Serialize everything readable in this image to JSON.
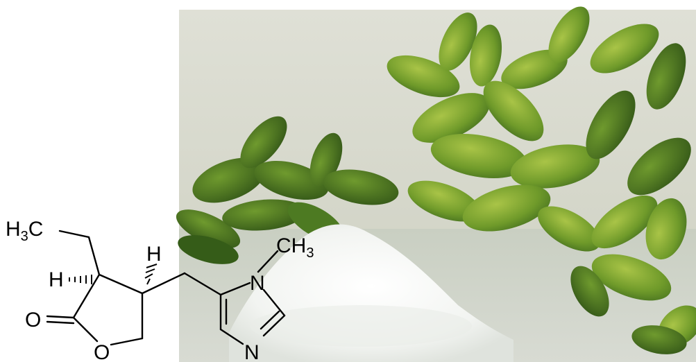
{
  "molecule": {
    "labels": {
      "methyl_group": "H",
      "methyl_sub": "3",
      "methyl_c": "C",
      "h_left": "H",
      "h_top": "H",
      "carbonyl_o": "O",
      "ring_o": "O",
      "n_methyl_c": "CH",
      "n_methyl_sub": "3",
      "n_top": "N",
      "n_bottom": "N"
    }
  },
  "colors": {
    "wall": "#dcdccf",
    "table": "#cdd3c6",
    "leaf_dark": "#3f6a1e",
    "leaf_mid": "#5e8a24",
    "leaf_light": "#9cbb3a",
    "powder": "#f7f8f6",
    "bond": "#000000"
  }
}
